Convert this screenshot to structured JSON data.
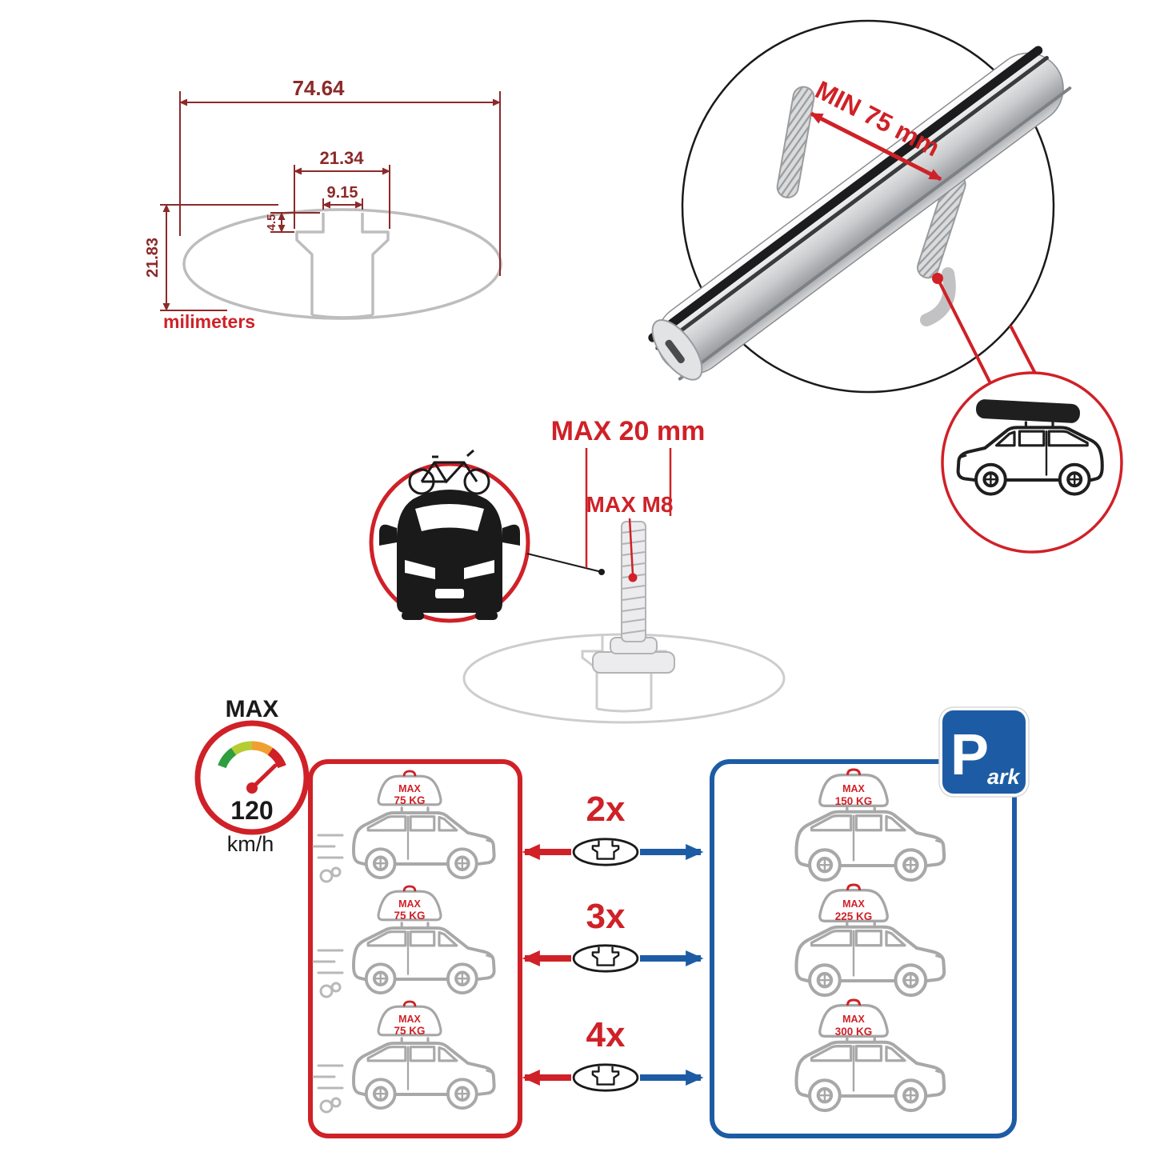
{
  "colors": {
    "red": "#cf2127",
    "dim_maroon": "#8b2a2a",
    "blue": "#1d5ca5",
    "car_gray": "#a8a8a8",
    "profile_gray": "#c6c6c6",
    "black": "#1a1a1a"
  },
  "cross_section": {
    "total_width": "74.64",
    "channel_width": "21.34",
    "slot_width": "9.15",
    "slot_depth": "4.5",
    "total_height": "21.83",
    "units": "milimeters"
  },
  "bar_detail": {
    "min_label": "MIN 75 mm"
  },
  "bolt_detail": {
    "max_length": "MAX 20 mm",
    "max_thread": "MAX M8"
  },
  "speedometer": {
    "title": "MAX",
    "value": "120",
    "unit": "km/h"
  },
  "park_sign": {
    "letter": "P",
    "rest": "ark"
  },
  "capacity": {
    "driving_cars": [
      {
        "max": "MAX",
        "kg": "75 KG"
      },
      {
        "max": "MAX",
        "kg": "75 KG"
      },
      {
        "max": "MAX",
        "kg": "75 KG"
      }
    ],
    "bar_counts": [
      "2x",
      "3x",
      "4x"
    ],
    "parked_cars": [
      {
        "max": "MAX",
        "kg": "150 KG"
      },
      {
        "max": "MAX",
        "kg": "225 KG"
      },
      {
        "max": "MAX",
        "kg": "300 KG"
      }
    ]
  }
}
